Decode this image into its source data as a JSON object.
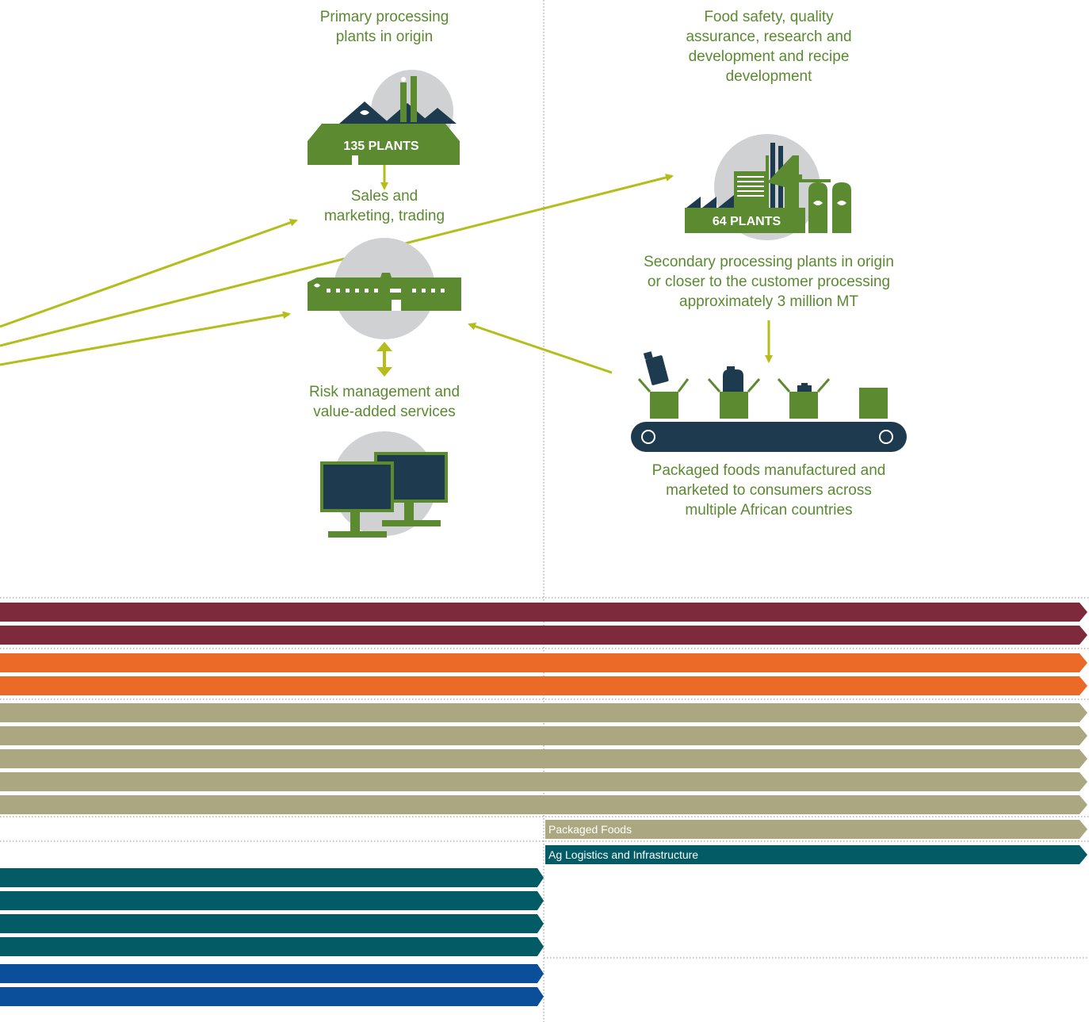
{
  "colors": {
    "green": "#5b8a31",
    "navy": "#1e3a4f",
    "grey_circle": "#d0d1d3",
    "arrow": "#b5bd1b",
    "maroon": "#7c2a3c",
    "orange": "#ec6a27",
    "khaki": "#aba881",
    "teal": "#035b66",
    "blue": "#0b4f9b"
  },
  "labels": {
    "primary_processing": [
      "Primary processing",
      "plants in origin"
    ],
    "sales_marketing": [
      "Sales and",
      "marketing, trading"
    ],
    "risk_management": [
      "Risk management and",
      "value-added services"
    ],
    "food_safety": [
      "Food safety, quality",
      "assurance, research and",
      "development and recipe",
      "development"
    ],
    "secondary_processing": [
      "Secondary processing plants in origin",
      "or closer to the customer processing",
      "approximately 3 million MT"
    ],
    "packaged_foods_desc": [
      "Packaged foods manufactured and",
      "marketed to consumers across",
      "multiple African countries"
    ]
  },
  "plants": {
    "primary": "135 PLANTS",
    "secondary": "64 PLANTS"
  },
  "icons": [
    "factory-icon",
    "factory-secondary-icon",
    "warehouse-icon",
    "monitors-icon",
    "conveyor-belt-icon"
  ],
  "bars": {
    "packaged_foods": "Packaged Foods",
    "ag_logistics": "Ag Logistics and Infrastructure"
  }
}
